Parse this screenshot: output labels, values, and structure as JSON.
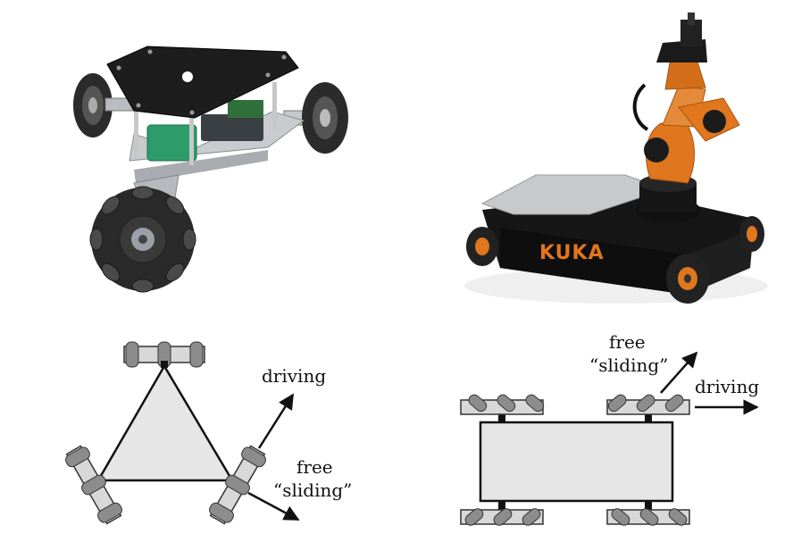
{
  "kuka_logo": "KUKA",
  "labels": {
    "tri_driving": "driving",
    "tri_free": "free",
    "tri_sliding": "“sliding”",
    "rect_free": "free",
    "rect_sliding": "“sliding”",
    "rect_driving": "driving"
  },
  "colors": {
    "body_fill": "#e6e6e6",
    "wheel_fill": "#d8d8d8",
    "roller_fill": "#8c8c8c",
    "outline": "#111111",
    "kuka_orange": "#e0761e"
  }
}
